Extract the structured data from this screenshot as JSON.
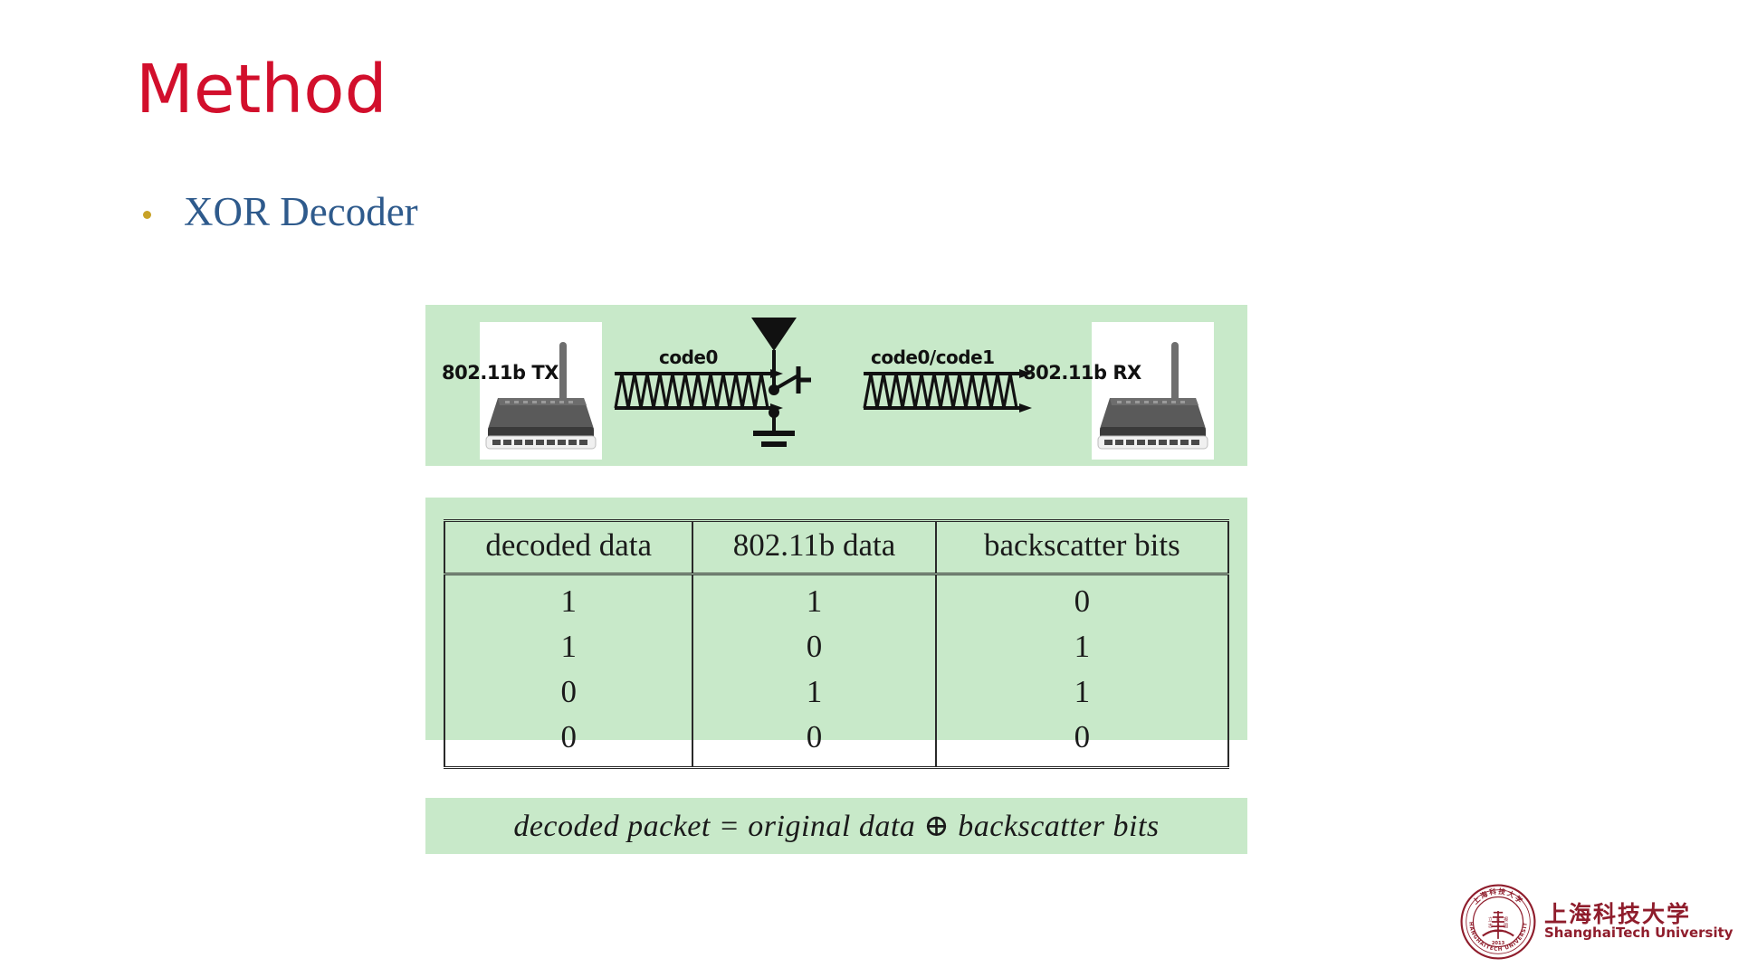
{
  "slide": {
    "title": "Method",
    "title_color": "#D20F2C",
    "background": "#ffffff"
  },
  "bullet": {
    "text": "XOR Decoder",
    "text_color": "#2E5A8C",
    "marker_color": "#C8A227",
    "marker_icon": "bullet-dot-icon"
  },
  "panel_color": "#C8E9C9",
  "diagram": {
    "tx_label": "802.11b TX",
    "rx_label": "802.11b RX",
    "left_wave_label": "code0",
    "right_wave_label": "code0/code1",
    "tx_device_icon": "wifi-router-icon",
    "rx_device_icon": "wifi-router-icon",
    "tag_icon": "backscatter-antenna-switch-icon",
    "left_wave_icon": "sine-wave-arrow-icon",
    "right_wave_icon": "sine-wave-arrow-icon"
  },
  "table": {
    "headers": [
      "decoded data",
      "802.11b data",
      "backscatter bits"
    ],
    "rows": [
      [
        "1",
        "1",
        "0"
      ],
      [
        "1",
        "0",
        "1"
      ],
      [
        "0",
        "1",
        "1"
      ],
      [
        "0",
        "0",
        "0"
      ]
    ]
  },
  "equation": {
    "text": "decoded packet = original data ⊕  backscatter bits"
  },
  "footer": {
    "logo_icon": "shanghaitech-seal-icon",
    "name_cn": "上海科技大学",
    "name_en": "ShanghaiTech University",
    "brand_color": "#8F1D2C",
    "seal_year": "2013",
    "seal_ring_text": "SHANGHAITECH UNIVERSITY"
  }
}
